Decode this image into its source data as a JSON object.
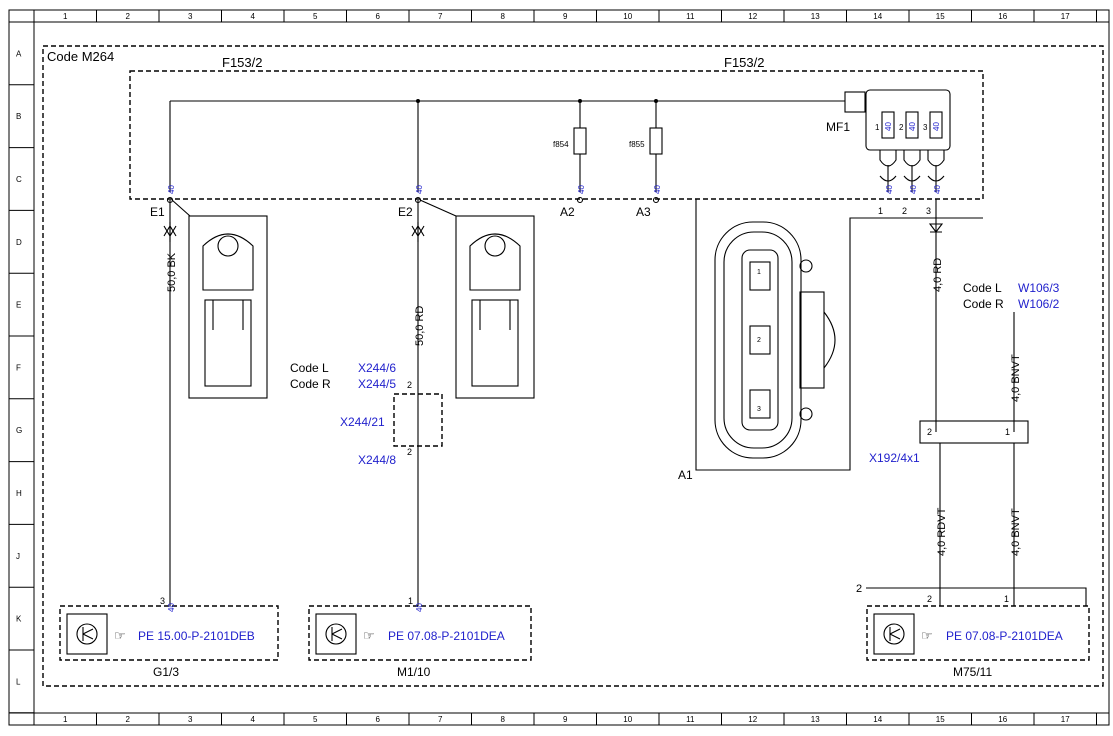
{
  "grid": {
    "columns": [
      "1",
      "2",
      "3",
      "4",
      "5",
      "6",
      "7",
      "8",
      "9",
      "10",
      "11",
      "12",
      "13",
      "14",
      "15",
      "16",
      "17"
    ],
    "rows": [
      "A",
      "B",
      "C",
      "D",
      "E",
      "F",
      "G",
      "H",
      "J",
      "K",
      "L"
    ]
  },
  "labels": {
    "code_m264": "Code M264",
    "f153_left": "F153/2",
    "f153_right": "F153/2",
    "mf1": "MF1",
    "f854": "f854",
    "f855": "f855",
    "e1": "E1",
    "e2": "E2",
    "a2": "A2",
    "a3": "A3",
    "a1": "A1",
    "wire_e1": "50,0 BK",
    "wire_e2": "50,0 RD",
    "wire_mf1": "4,0 RD",
    "wire_bnvt_upper": "4,0 BNVT",
    "wire_rdvt": "4,0 RDVT",
    "wire_bnvt_lower": "4,0 BNVT",
    "code_l_left": "Code L",
    "code_r_left": "Code R",
    "x244_6": "X244/6",
    "x244_5": "X244/5",
    "x244_21": "X244/21",
    "x244_8": "X244/8",
    "code_l_right": "Code L",
    "code_r_right": "Code R",
    "w106_3": "W106/3",
    "w106_2": "W106/2",
    "x192": "X192/4x1",
    "g13": "G1/3",
    "m110": "M1/10",
    "m7511": "M75/11",
    "ref_g13": "PE 15.00-P-2101DEB",
    "ref_m110": "PE 07.08-P-2101DEA",
    "ref_m7511": "PE 07.08-P-2101DEA",
    "fuse_1": "1",
    "fuse_2": "2",
    "fuse_3": "3",
    "fuse_rating": "40",
    "pin_1": "1",
    "pin_2": "2",
    "pin_3": "3",
    "x192_pin2": "2",
    "x192_pin1": "1",
    "x244_pin_top": "2",
    "x244_pin_bottom": "2",
    "g13_pin": "3",
    "m110_pin": "1",
    "m7511_pin2": "2",
    "m7511_pin1": "1",
    "m7511_group": "2",
    "a1_pin1": "1",
    "a1_pin2": "2",
    "a1_pin3": "3",
    "wire_id": "40"
  },
  "colors": {
    "link": "#1f1fcc",
    "line": "#000000"
  },
  "icons": [
    "sensor-icon",
    "pointing-hand-icon",
    "ground-cable-lug-icon",
    "connector-housing-icon"
  ]
}
